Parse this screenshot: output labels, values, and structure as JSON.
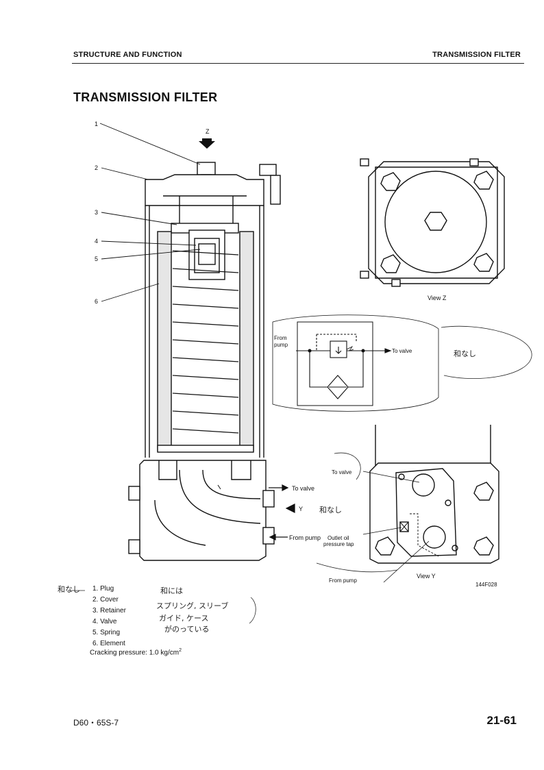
{
  "header": {
    "left": "STRUCTURE AND FUNCTION",
    "right": "TRANSMISSION FILTER"
  },
  "title": "TRANSMISSION FILTER",
  "callouts": [
    "1",
    "2",
    "3",
    "4",
    "5",
    "6"
  ],
  "arrow_z": "Z",
  "arrow_y": "Y",
  "view_z_caption": "View Z",
  "view_y_caption": "View Y",
  "schematic": {
    "from": "From\npump",
    "to": "To valve"
  },
  "port_labels": {
    "to_valve_main": "To valve",
    "from_pump_main": "From pump",
    "to_valve_y": "To valve",
    "outlet_tap": "Outlet oil\npressure tap",
    "from_pump_y": "From pump"
  },
  "fig_code": "144F028",
  "parts": [
    "1. Plug",
    "2. Cover",
    "3. Retainer",
    "4. Valve",
    "5. Spring",
    "6. Element"
  ],
  "cracking": {
    "label": "Cracking pressure:",
    "value": "1.0 kg/cm",
    "sup": "2"
  },
  "handwritten": {
    "note_right": "和なし",
    "note_y": "和なし",
    "note_left": "和なし",
    "note_parts_1": "和には",
    "note_parts_2": "スプリング, スリーブ",
    "note_parts_3": "ガイド, ケース",
    "note_parts_4": "がのっている"
  },
  "footer": {
    "left": "D60・65S-7",
    "right": "21-61"
  }
}
